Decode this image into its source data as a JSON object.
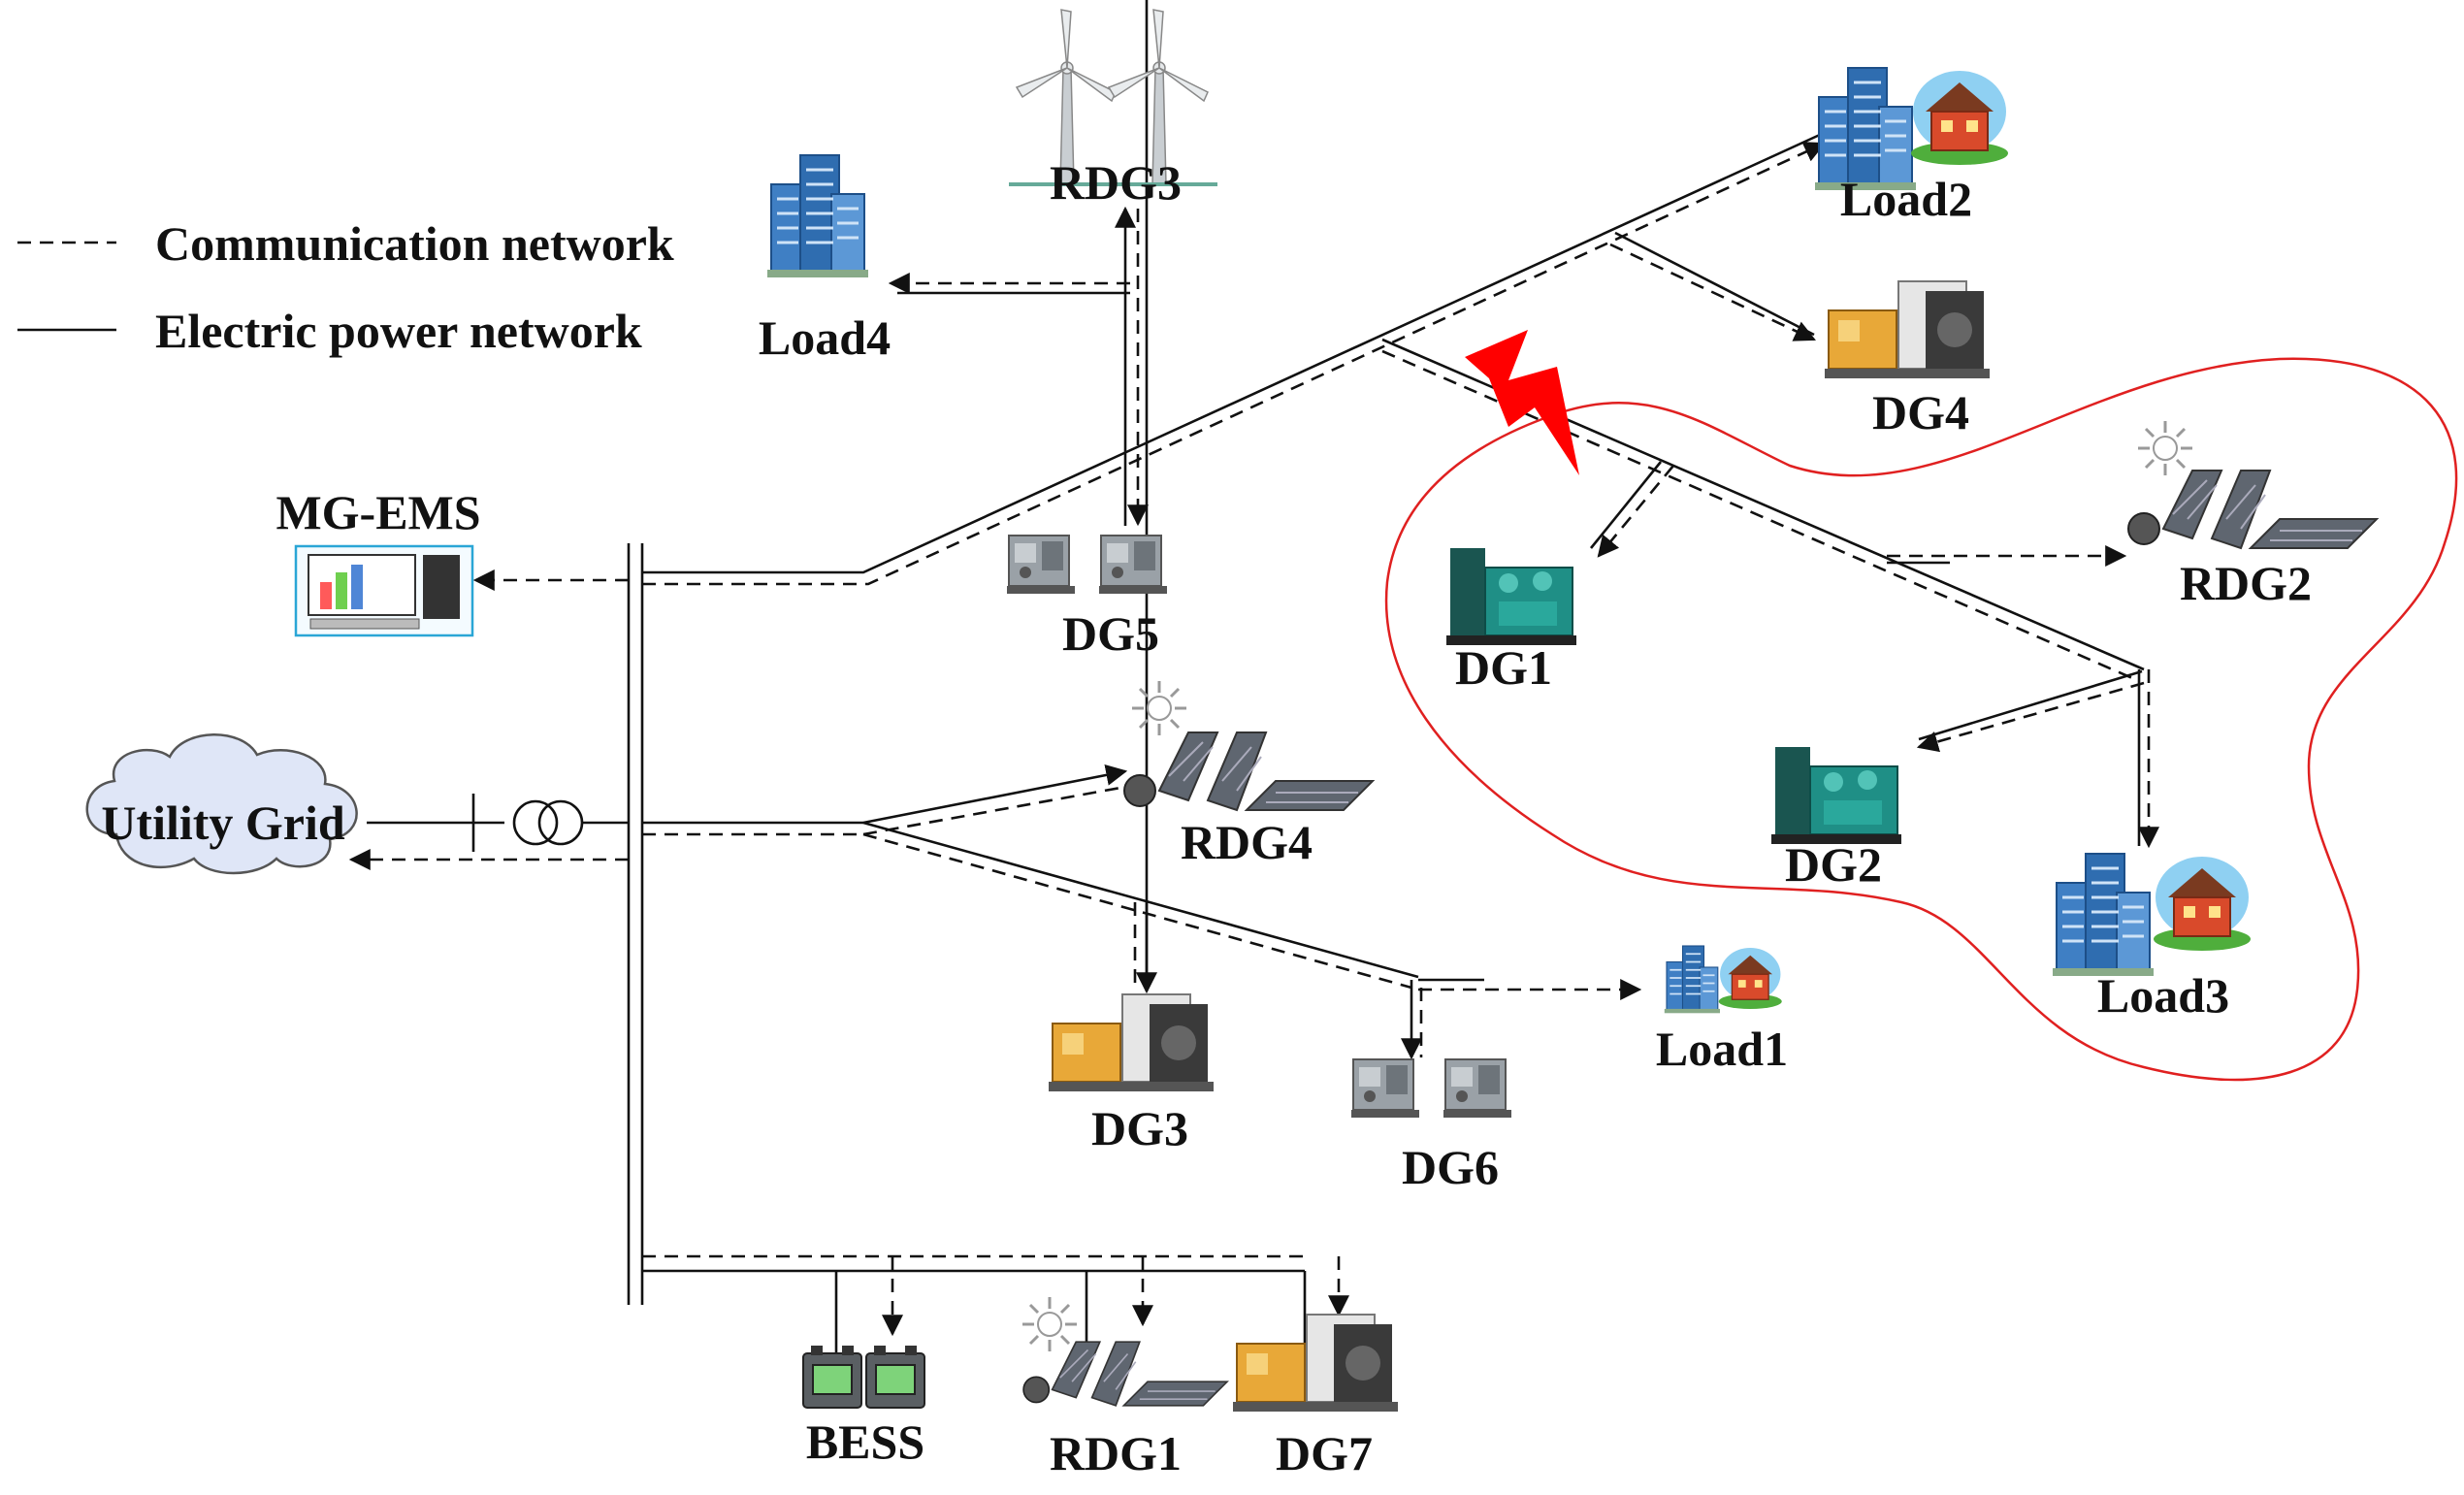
{
  "legend": {
    "communication": "Communication network",
    "power": "Electric power network"
  },
  "labels": {
    "mg_ems": "MG-EMS",
    "utility_grid": "Utility Grid",
    "rdg1": "RDG1",
    "rdg2": "RDG2",
    "rdg3": "RDG3",
    "rdg4": "RDG4",
    "dg1": "DG1",
    "dg2": "DG2",
    "dg3": "DG3",
    "dg4": "DG4",
    "dg5": "DG5",
    "dg6": "DG6",
    "dg7": "DG7",
    "load1": "Load1",
    "load2": "Load2",
    "load3": "Load3",
    "load4": "Load4",
    "bess": "BESS"
  },
  "colors": {
    "line": "#111111",
    "fault": "#ff0000",
    "island_boundary": "#e02020",
    "generator_green": "#1f8f86",
    "generator_yellow": "#e8a838",
    "generator_grey": "#8a9096",
    "building_blue": "#3f7fc4",
    "house_red": "#d94a2b",
    "cloud": "#dfe6f7"
  },
  "icons": {
    "wind_turbine": "wind-turbine-icon",
    "solar_panel": "solar-panel-icon",
    "sun": "sun-icon",
    "diesel_generator": "diesel-generator-icon",
    "building": "building-icon",
    "house": "house-icon",
    "computer": "computer-icon",
    "battery": "battery-icon",
    "transformer": "transformer-icon",
    "lightning": "lightning-fault-icon"
  }
}
